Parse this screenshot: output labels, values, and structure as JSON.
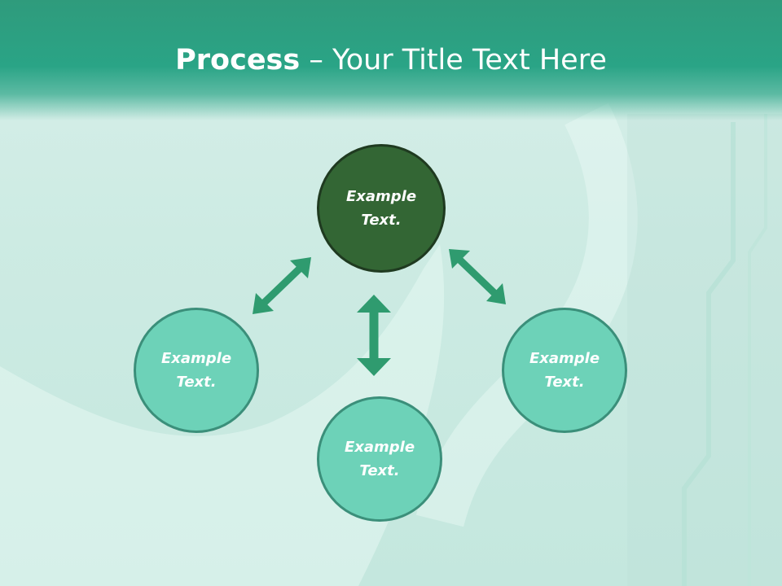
{
  "title": {
    "bold": "Process",
    "rest": " – Your Title Text Here"
  },
  "nodes": {
    "top": "Example Text.",
    "left": "Example Text.",
    "right": "Example Text.",
    "bottom": "Example Text."
  },
  "colors": {
    "header": "#2aa486",
    "node_light": "#6dd2b8",
    "node_dark": "#336634",
    "arrow": "#2f9b6f"
  }
}
